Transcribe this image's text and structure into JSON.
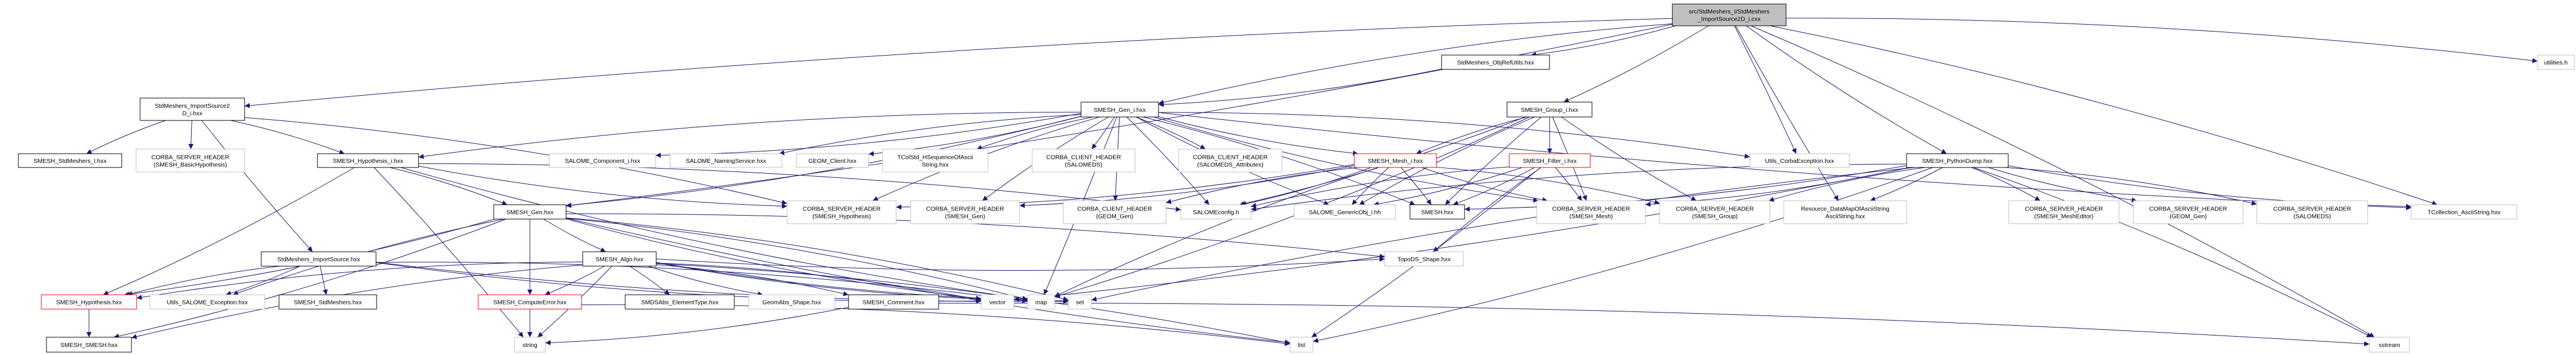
{
  "colors": {
    "edge": "#191970",
    "root_fill": "#bfbfbf",
    "documented_border": "#000000",
    "truncated_border": "#ff0000",
    "external_border": "#bfbfbf"
  },
  "nodes": [
    {
      "id": "root",
      "lines": [
        "src/StdMeshers_I/StdMeshers",
        "_ImportSource2D_i.cxx"
      ],
      "kind": "root"
    },
    {
      "id": "objref",
      "lines": [
        "StdMeshers_ObjRefUtils.hxx"
      ],
      "kind": "documented"
    },
    {
      "id": "utilities",
      "lines": [
        "utilities.h"
      ],
      "kind": "external"
    },
    {
      "id": "is2d",
      "lines": [
        "StdMeshers_ImportSource2",
        "D_i.hxx"
      ],
      "kind": "documented"
    },
    {
      "id": "gen_i",
      "lines": [
        "SMESH_Gen_i.hxx"
      ],
      "kind": "documented"
    },
    {
      "id": "group_i",
      "lines": [
        "SMESH_Group_i.hxx"
      ],
      "kind": "documented"
    },
    {
      "id": "stdmi",
      "lines": [
        "SMESH_StdMeshers_I.hxx"
      ],
      "kind": "documented"
    },
    {
      "id": "csh_basichyp",
      "lines": [
        "CORBA_SERVER_HEADER",
        "(SMESH_BasicHypothesis)"
      ],
      "kind": "external"
    },
    {
      "id": "hyp_i",
      "lines": [
        "SMESH_Hypothesis_i.hxx"
      ],
      "kind": "documented"
    },
    {
      "id": "comp_i",
      "lines": [
        "SALOME_Component_i.hxx"
      ],
      "kind": "external"
    },
    {
      "id": "naming",
      "lines": [
        "SALOME_NamingService.hxx"
      ],
      "kind": "external"
    },
    {
      "id": "geomclient",
      "lines": [
        "GEOM_Client.hxx"
      ],
      "kind": "external"
    },
    {
      "id": "tcolstd",
      "lines": [
        "TColStd_HSequenceOfAscii",
        "String.hxx"
      ],
      "kind": "external"
    },
    {
      "id": "cch_salomeds",
      "lines": [
        "CORBA_CLIENT_HEADER",
        "(SALOMEDS)"
      ],
      "kind": "external"
    },
    {
      "id": "cch_salomeds_attr",
      "lines": [
        "CORBA_CLIENT_HEADER",
        "(SALOMEDS_Attributes)"
      ],
      "kind": "external"
    },
    {
      "id": "mesh_i",
      "lines": [
        "SMESH_Mesh_i.hxx"
      ],
      "kind": "truncated"
    },
    {
      "id": "filter_i",
      "lines": [
        "SMESH_Filter_i.hxx"
      ],
      "kind": "truncated"
    },
    {
      "id": "corbaexc",
      "lines": [
        "Utils_CorbaException.hxx"
      ],
      "kind": "external"
    },
    {
      "id": "pydump",
      "lines": [
        "SMESH_PythonDump.hxx"
      ],
      "kind": "documented"
    },
    {
      "id": "csh_hyp",
      "lines": [
        "CORBA_SERVER_HEADER",
        "(SMESH_Hypothesis)"
      ],
      "kind": "external"
    },
    {
      "id": "smesh_gen",
      "lines": [
        "SMESH_Gen.hxx"
      ],
      "kind": "documented"
    },
    {
      "id": "csh_gen",
      "lines": [
        "CORBA_SERVER_HEADER",
        "(SMESH_Gen)"
      ],
      "kind": "external"
    },
    {
      "id": "cch_geomgen",
      "lines": [
        "CORBA_CLIENT_HEADER",
        "(GEOM_Gen)"
      ],
      "kind": "external"
    },
    {
      "id": "salomeconfig",
      "lines": [
        "SALOMEconfig.h"
      ],
      "kind": "external"
    },
    {
      "id": "genericobj",
      "lines": [
        "SALOME_GenericObj_i.hh"
      ],
      "kind": "external"
    },
    {
      "id": "smesh_hxx",
      "lines": [
        "SMESH.hxx"
      ],
      "kind": "documented"
    },
    {
      "id": "csh_mesh",
      "lines": [
        "CORBA_SERVER_HEADER",
        "(SMESH_Mesh)"
      ],
      "kind": "external"
    },
    {
      "id": "csh_group",
      "lines": [
        "CORBA_SERVER_HEADER",
        "(SMESH_Group)"
      ],
      "kind": "external"
    },
    {
      "id": "resource",
      "lines": [
        "Resource_DataMapOfAsciiString",
        "AsciiString.hxx"
      ],
      "kind": "external"
    },
    {
      "id": "csh_meshedit",
      "lines": [
        "CORBA_SERVER_HEADER",
        "(SMESH_MeshEditor)"
      ],
      "kind": "external"
    },
    {
      "id": "csh_geomgen",
      "lines": [
        "CORBA_SERVER_HEADER",
        "(GEOM_Gen)"
      ],
      "kind": "external"
    },
    {
      "id": "csh_salomeds",
      "lines": [
        "CORBA_SERVER_HEADER",
        "(SALOMEDS)"
      ],
      "kind": "external"
    },
    {
      "id": "tcoll",
      "lines": [
        "TCollection_AsciiString.hxx"
      ],
      "kind": "external"
    },
    {
      "id": "importsrc",
      "lines": [
        "StdMeshers_ImportSource.hxx"
      ],
      "kind": "documented"
    },
    {
      "id": "algo",
      "lines": [
        "SMESH_Algo.hxx"
      ],
      "kind": "documented"
    },
    {
      "id": "topods",
      "lines": [
        "TopoDS_Shape.hxx"
      ],
      "kind": "external"
    },
    {
      "id": "hyp",
      "lines": [
        "SMESH_Hypothesis.hxx"
      ],
      "kind": "truncated"
    },
    {
      "id": "salomeexc",
      "lines": [
        "Utils_SALOME_Exception.hxx"
      ],
      "kind": "external"
    },
    {
      "id": "stdmeshers",
      "lines": [
        "SMESH_StdMeshers.hxx"
      ],
      "kind": "documented"
    },
    {
      "id": "computeerr",
      "lines": [
        "SMESH_ComputeError.hxx"
      ],
      "kind": "truncated"
    },
    {
      "id": "smdsabs",
      "lines": [
        "SMDSAbs_ElementType.hxx"
      ],
      "kind": "documented"
    },
    {
      "id": "geomabs",
      "lines": [
        "GeomAbs_Shape.hxx"
      ],
      "kind": "external"
    },
    {
      "id": "comment",
      "lines": [
        "SMESH_Comment.hxx"
      ],
      "kind": "documented"
    },
    {
      "id": "vector",
      "lines": [
        "vector"
      ],
      "kind": "external"
    },
    {
      "id": "map",
      "lines": [
        "map"
      ],
      "kind": "external"
    },
    {
      "id": "set",
      "lines": [
        "set"
      ],
      "kind": "external"
    },
    {
      "id": "smesh_smesh",
      "lines": [
        "SMESH_SMESH.hxx"
      ],
      "kind": "documented"
    },
    {
      "id": "string",
      "lines": [
        "string"
      ],
      "kind": "external"
    },
    {
      "id": "list",
      "lines": [
        "list"
      ],
      "kind": "external"
    },
    {
      "id": "sstream",
      "lines": [
        "sstream"
      ],
      "kind": "external"
    }
  ],
  "edges": [
    [
      "root",
      "utilities"
    ],
    [
      "root",
      "objref"
    ],
    [
      "root",
      "gen_i"
    ],
    [
      "root",
      "group_i"
    ],
    [
      "root",
      "is2d"
    ],
    [
      "root",
      "smesh_gen"
    ],
    [
      "root",
      "corbaexc"
    ],
    [
      "root",
      "pydump"
    ],
    [
      "root",
      "tcoll"
    ],
    [
      "root",
      "resource"
    ],
    [
      "root",
      "sstream"
    ],
    [
      "objref",
      "gen_i"
    ],
    [
      "is2d",
      "stdmi"
    ],
    [
      "is2d",
      "csh_basichyp"
    ],
    [
      "is2d",
      "hyp_i"
    ],
    [
      "is2d",
      "importsrc"
    ],
    [
      "is2d",
      "csh_hyp"
    ],
    [
      "gen_i",
      "comp_i"
    ],
    [
      "gen_i",
      "naming"
    ],
    [
      "gen_i",
      "geomclient"
    ],
    [
      "gen_i",
      "tcolstd"
    ],
    [
      "gen_i",
      "cch_salomeds"
    ],
    [
      "gen_i",
      "cch_salomeds_attr"
    ],
    [
      "gen_i",
      "mesh_i"
    ],
    [
      "gen_i",
      "hyp_i"
    ],
    [
      "gen_i",
      "smesh_gen"
    ],
    [
      "gen_i",
      "csh_gen"
    ],
    [
      "gen_i",
      "cch_geomgen"
    ],
    [
      "gen_i",
      "salomeconfig"
    ],
    [
      "gen_i",
      "genericobj"
    ],
    [
      "gen_i",
      "smesh_hxx"
    ],
    [
      "gen_i",
      "csh_mesh"
    ],
    [
      "gen_i",
      "csh_hyp"
    ],
    [
      "gen_i",
      "map"
    ],
    [
      "gen_i",
      "corbaexc"
    ],
    [
      "gen_i",
      "tcoll"
    ],
    [
      "hyp_i",
      "smesh_gen"
    ],
    [
      "hyp_i",
      "hyp"
    ],
    [
      "hyp_i",
      "string"
    ],
    [
      "hyp_i",
      "csh_hyp"
    ],
    [
      "hyp_i",
      "salomeconfig"
    ],
    [
      "hyp_i",
      "map"
    ],
    [
      "group_i",
      "mesh_i"
    ],
    [
      "group_i",
      "filter_i"
    ],
    [
      "group_i",
      "smesh_hxx"
    ],
    [
      "group_i",
      "salomeconfig"
    ],
    [
      "group_i",
      "genericobj"
    ],
    [
      "group_i",
      "csh_group"
    ],
    [
      "group_i",
      "csh_mesh"
    ],
    [
      "group_i",
      "map"
    ],
    [
      "mesh_i",
      "smesh_hxx"
    ],
    [
      "mesh_i",
      "salomeconfig"
    ],
    [
      "mesh_i",
      "genericobj"
    ],
    [
      "mesh_i",
      "csh_mesh"
    ],
    [
      "mesh_i",
      "csh_group"
    ],
    [
      "mesh_i",
      "csh_gen"
    ],
    [
      "mesh_i",
      "cch_geomgen"
    ],
    [
      "mesh_i",
      "csh_hyp"
    ],
    [
      "mesh_i",
      "map"
    ],
    [
      "filter_i",
      "smesh_hxx"
    ],
    [
      "filter_i",
      "salomeconfig"
    ],
    [
      "filter_i",
      "genericobj"
    ],
    [
      "filter_i",
      "topods"
    ],
    [
      "filter_i",
      "list"
    ],
    [
      "filter_i",
      "csh_mesh"
    ],
    [
      "smesh_gen",
      "algo"
    ],
    [
      "smesh_gen",
      "computeerr"
    ],
    [
      "smesh_gen",
      "hyp"
    ],
    [
      "smesh_gen",
      "salomeexc"
    ],
    [
      "smesh_gen",
      "string"
    ],
    [
      "smesh_gen",
      "map"
    ],
    [
      "smesh_gen",
      "list"
    ],
    [
      "smesh_gen",
      "set"
    ],
    [
      "smesh_gen",
      "vector"
    ],
    [
      "smesh_gen",
      "topods"
    ],
    [
      "smesh_gen",
      "smesh_smesh"
    ],
    [
      "importsrc",
      "hyp"
    ],
    [
      "importsrc",
      "salomeexc"
    ],
    [
      "importsrc",
      "stdmeshers"
    ],
    [
      "importsrc",
      "vector"
    ],
    [
      "importsrc",
      "map"
    ],
    [
      "importsrc",
      "set"
    ],
    [
      "algo",
      "hyp"
    ],
    [
      "algo",
      "computeerr"
    ],
    [
      "algo",
      "smdsabs"
    ],
    [
      "algo",
      "geomabs"
    ],
    [
      "algo",
      "comment"
    ],
    [
      "algo",
      "string"
    ],
    [
      "algo",
      "vector"
    ],
    [
      "algo",
      "map"
    ],
    [
      "algo",
      "list"
    ],
    [
      "algo",
      "set"
    ],
    [
      "algo",
      "smesh_smesh"
    ],
    [
      "algo",
      "topods"
    ],
    [
      "hyp",
      "smesh_smesh"
    ],
    [
      "computeerr",
      "string"
    ],
    [
      "computeerr",
      "list"
    ],
    [
      "comment",
      "string"
    ],
    [
      "comment",
      "sstream"
    ],
    [
      "pydump",
      "resource"
    ],
    [
      "pydump",
      "csh_meshedit"
    ],
    [
      "pydump",
      "csh_geomgen"
    ],
    [
      "pydump",
      "csh_salomeds"
    ],
    [
      "pydump",
      "tcoll"
    ],
    [
      "pydump",
      "salomeconfig"
    ],
    [
      "pydump",
      "csh_mesh"
    ],
    [
      "pydump",
      "csh_group"
    ],
    [
      "pydump",
      "smesh_hxx"
    ],
    [
      "pydump",
      "sstream"
    ],
    [
      "pydump",
      "vector"
    ],
    [
      "pydump",
      "set"
    ],
    [
      "pydump",
      "list"
    ]
  ]
}
